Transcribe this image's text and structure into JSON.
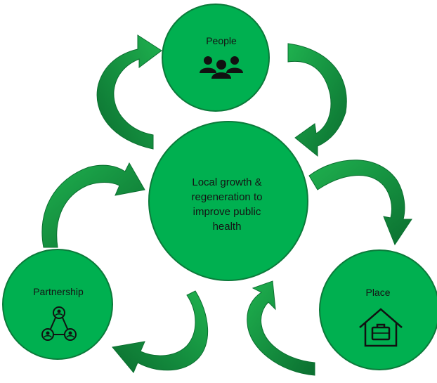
{
  "colors": {
    "node_fill": "#00b050",
    "node_stroke": "#0b7a3a",
    "arrow_light": "#18a84a",
    "arrow_dark": "#0d7a34",
    "text": "#141414"
  },
  "nodes": {
    "center": {
      "lines": [
        "Local growth &",
        "regeneration to",
        "improve public",
        "health"
      ]
    },
    "people": {
      "label": "People",
      "icon": "people-group-icon"
    },
    "partnership": {
      "label": "Partnership",
      "icon": "network-people-icon"
    },
    "place": {
      "label": "Place",
      "icon": "house-briefcase-icon"
    }
  }
}
